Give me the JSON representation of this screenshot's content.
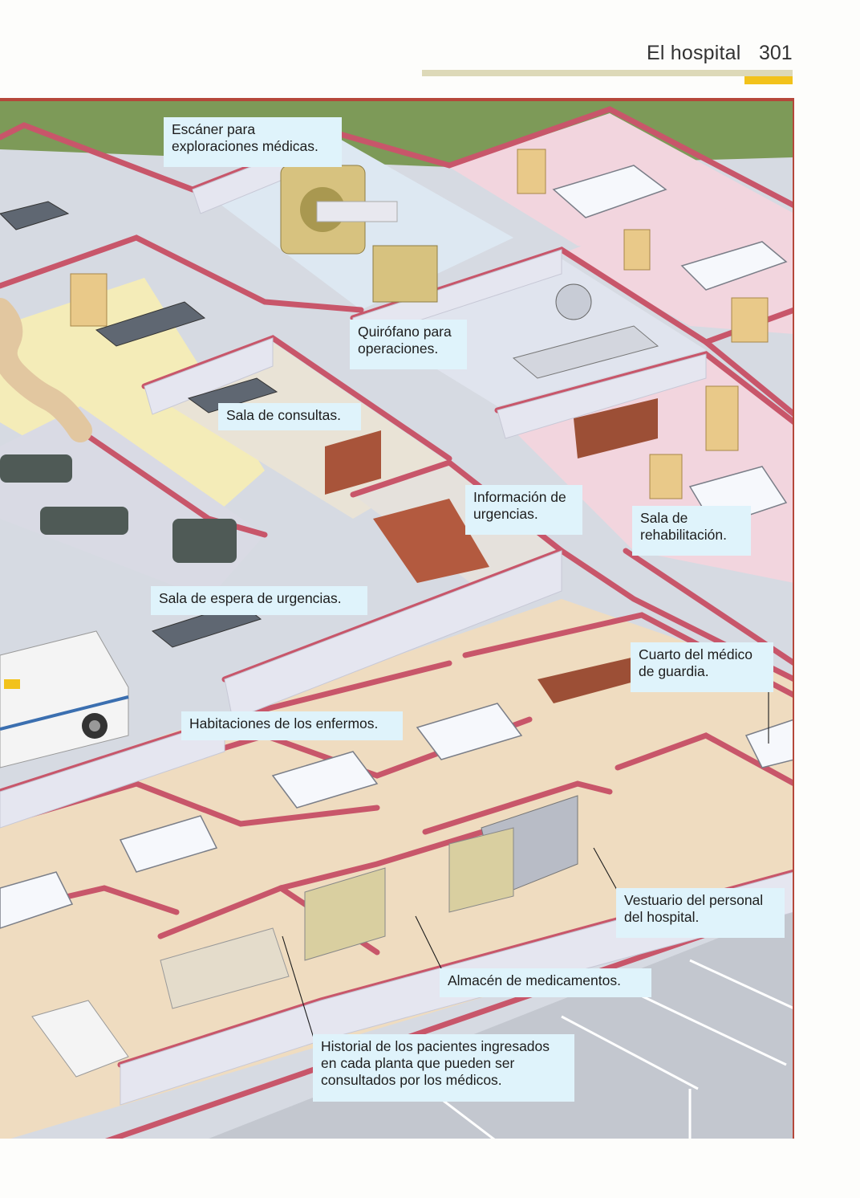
{
  "header": {
    "title": "El hospital",
    "page_number": "301",
    "accent_color": "#f2c21b"
  },
  "labels": {
    "escaner": "Escáner para\nexploraciones médicas.",
    "quirofano": "Quirófano para\noperaciones.",
    "consultas": "Sala de consultas.",
    "informacion": "Información de\nurgencias.",
    "rehabilitacion": "Sala de\nrehabilitación.",
    "espera": "Sala de espera de urgencias.",
    "medico_guardia": "Cuarto del médico\nde guardia.",
    "habitaciones": "Habitaciones de los enfermos.",
    "vestuario": "Vestuario del personal\ndel hospital.",
    "almacen": "Almacén de medicamentos.",
    "historial": "Historial de los pacientes ingresados\nen cada planta que pueden ser\nconsultados por los médicos."
  },
  "colors": {
    "grass": "#7d9a58",
    "wall_top": "#c8566a",
    "wall_face": "#e4e4ef",
    "floor_blue": "#dfe9f1",
    "floor_pink": "#f1d3dc",
    "floor_beige": "#efdcc0",
    "floor_yellow": "#f4ecb5",
    "pavement": "#b9bec7",
    "label_bg": "#dff3fb"
  }
}
